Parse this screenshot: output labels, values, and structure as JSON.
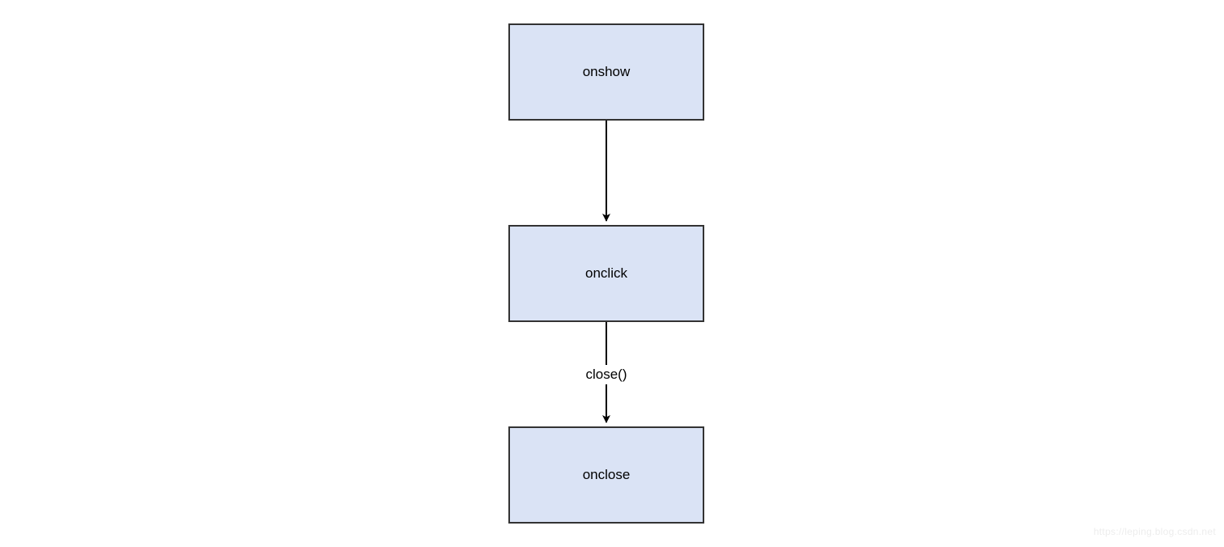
{
  "diagram": {
    "type": "flowchart",
    "nodes": [
      {
        "id": "onshow",
        "label": "onshow"
      },
      {
        "id": "onclick",
        "label": "onclick"
      },
      {
        "id": "onclose",
        "label": "onclose"
      }
    ],
    "edges": [
      {
        "from": "onshow",
        "to": "onclick",
        "label": ""
      },
      {
        "from": "onclick",
        "to": "onclose",
        "label": "close()"
      }
    ],
    "colors": {
      "node_fill": "#dae3f5",
      "node_border": "#333333",
      "arrow": "#000000",
      "text": "#000000"
    }
  },
  "watermark": {
    "text": "https://leping.blog.csdn.net"
  }
}
